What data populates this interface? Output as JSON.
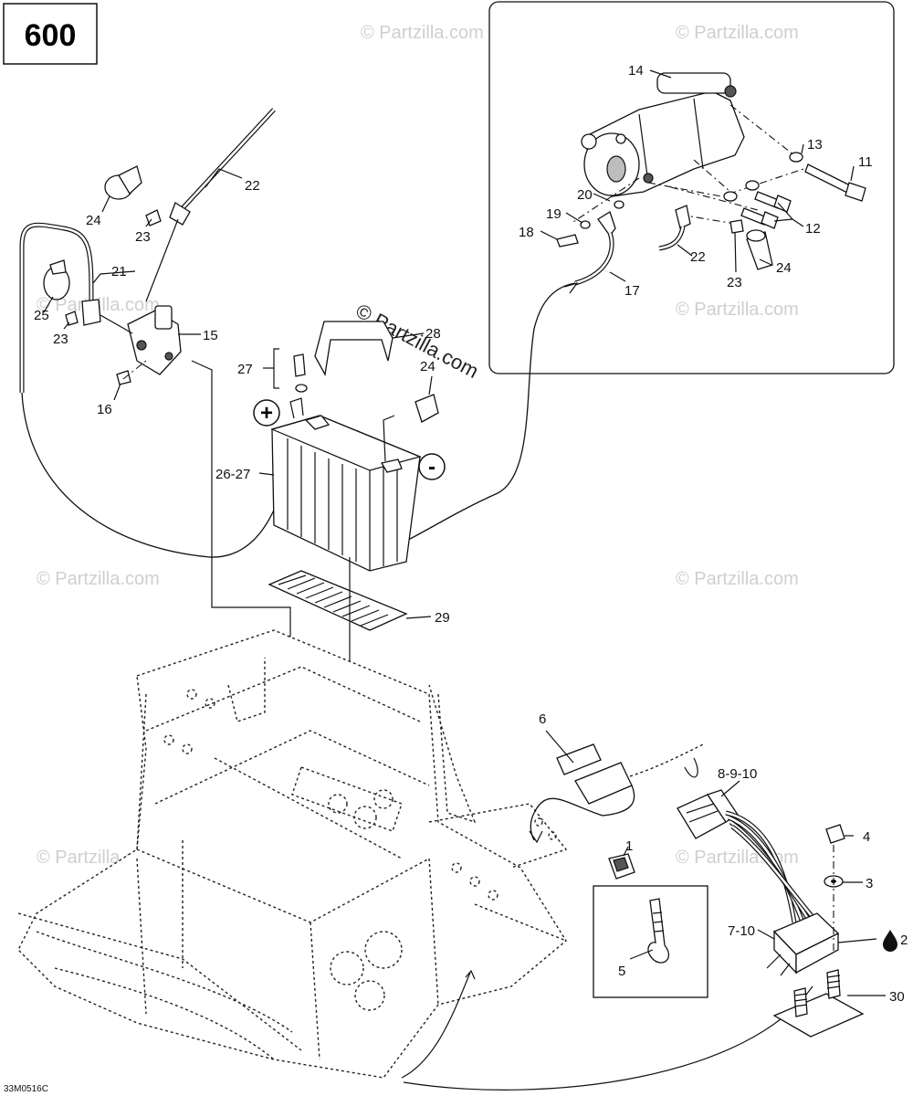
{
  "header": {
    "model_label": "600"
  },
  "footer": {
    "figure_code": "33M0516C"
  },
  "watermark": {
    "text": "© Partzilla.com",
    "diagonal_text": "© Partzilla.com"
  },
  "polarity": {
    "positive": "+",
    "negative": "-"
  },
  "callouts": [
    {
      "id": "c22a",
      "text": "22"
    },
    {
      "id": "c24a",
      "text": "24"
    },
    {
      "id": "c23a",
      "text": "23"
    },
    {
      "id": "c21",
      "text": "21"
    },
    {
      "id": "c25",
      "text": "25"
    },
    {
      "id": "c23b",
      "text": "23"
    },
    {
      "id": "c15",
      "text": "15"
    },
    {
      "id": "c16",
      "text": "16"
    },
    {
      "id": "c27",
      "text": "27"
    },
    {
      "id": "c28",
      "text": "28"
    },
    {
      "id": "c24b",
      "text": "24"
    },
    {
      "id": "c2627",
      "text": "26-27"
    },
    {
      "id": "c29",
      "text": "29"
    },
    {
      "id": "c14",
      "text": "14"
    },
    {
      "id": "c13",
      "text": "13"
    },
    {
      "id": "c11",
      "text": "11"
    },
    {
      "id": "c20",
      "text": "20"
    },
    {
      "id": "c19",
      "text": "19"
    },
    {
      "id": "c18",
      "text": "18"
    },
    {
      "id": "c12",
      "text": "12"
    },
    {
      "id": "c22b",
      "text": "22"
    },
    {
      "id": "c23c",
      "text": "23"
    },
    {
      "id": "c24c",
      "text": "24"
    },
    {
      "id": "c17",
      "text": "17"
    },
    {
      "id": "c6",
      "text": "6"
    },
    {
      "id": "c8910",
      "text": "8-9-10"
    },
    {
      "id": "c1",
      "text": "1"
    },
    {
      "id": "c4",
      "text": "4"
    },
    {
      "id": "c3",
      "text": "3"
    },
    {
      "id": "c710",
      "text": "7-10"
    },
    {
      "id": "c2",
      "text": "2"
    },
    {
      "id": "c5",
      "text": "5"
    },
    {
      "id": "c30",
      "text": "30"
    }
  ]
}
